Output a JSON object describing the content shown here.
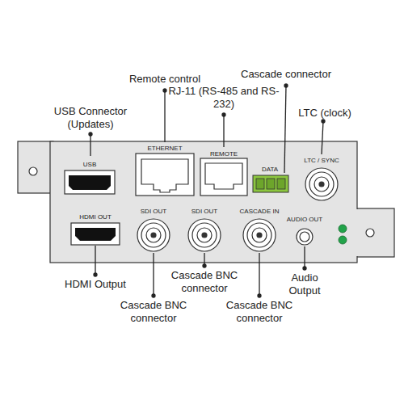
{
  "diagram": {
    "labels": [
      "Remote control",
      "Cascade connector",
      "RJ-11 (RS-485 and RS-232)",
      "USB Connector (Updates)",
      "LTC (clock)",
      "ETHERNET",
      "REMOTE",
      "USB",
      "DATA",
      "LTC / SYNC",
      "HDMI OUT",
      "SDI OUT",
      "SDI OUT",
      "CASCADE IN",
      "AUDIO OUT",
      "HDMI Output",
      "Cascade BNC connector",
      "Audio Output",
      "Cascade BNC connector",
      "Cascade BNC connector"
    ]
  }
}
